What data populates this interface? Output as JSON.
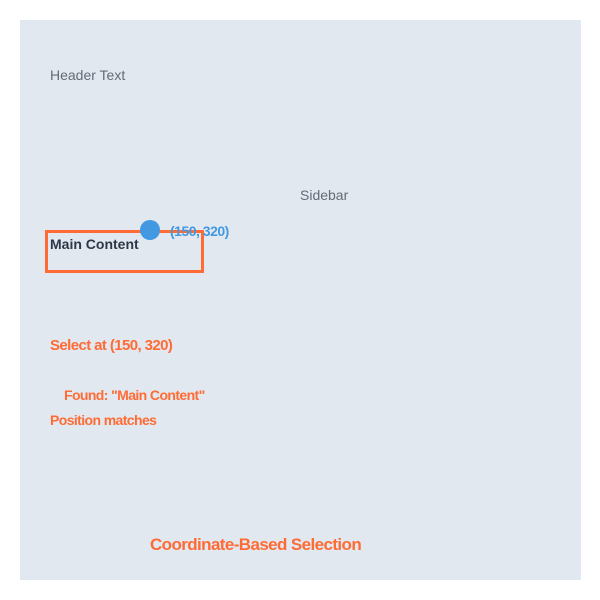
{
  "colors": {
    "canvas_background": "#e2e8f0",
    "accent": "#ff6b35",
    "click_marker": "#4299e1",
    "muted_text": "#646b75",
    "primary_text": "#2d3748"
  },
  "layout_labels": {
    "header": "Header Text",
    "sidebar": "Sidebar",
    "main": "Main Content"
  },
  "click_marker": {
    "label": "(150, 320)"
  },
  "action": {
    "instruction": "Select at (150, 320)",
    "result": "Found: \"Main Content\"",
    "status": "Position matches"
  },
  "footer": {
    "title": "Coordinate-Based Selection"
  }
}
